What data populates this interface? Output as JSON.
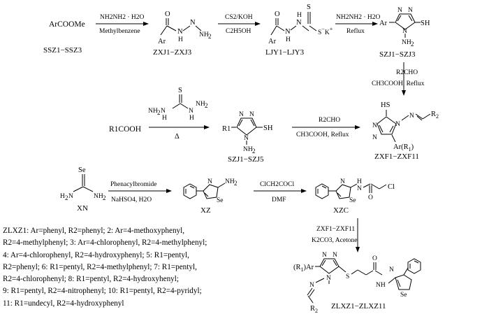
{
  "row1": {
    "start": "ArCOOMe",
    "start_label": "SSZ1−SSZ3",
    "r1_top": "NH2NH2 · H2O",
    "r1_bottom": "Methylbenzene",
    "p1_label": "ZXJ1−ZXJ3",
    "r2_top": "CS2/KOH",
    "r2_bottom": "C2H5OH",
    "p2_label": "LJY1−LJY3",
    "r3_top": "NH2NH2 · H2O",
    "r3_bottom": "Reflux",
    "p3_label": "SZJ1−SZJ3",
    "r4_top": "R2CHO",
    "r4_bottom": "CH3COOH, Reflux"
  },
  "row2": {
    "start": "R1COOH",
    "r1_bottom": "Δ",
    "p1_label": "SZJ1−SZJ5",
    "r2_top": "R2CHO",
    "r2_bottom": "CH3COOH, Reflux",
    "p2_label": "ZXF1−ZXF11"
  },
  "row3": {
    "start_label": "XN",
    "r1_top": "Phenacylbromide",
    "r1_bottom": "NaHSO4, H2O",
    "p1_label": "XZ",
    "r2_top": "ClCH2COCl",
    "r2_bottom": "DMF",
    "p2_label": "XZC",
    "r3_top": "ZXF1−ZXF11",
    "r3_bottom": "K2CO3, Acetone",
    "final_label": "ZLXZ1−ZLXZ11"
  },
  "atoms": {
    "O": "O",
    "N": "N",
    "S": "S",
    "Se": "Se",
    "H": "H",
    "Ar": "Ar",
    "SH": "SH",
    "HS": "HS",
    "NH2": "NH2",
    "Cl": "Cl",
    "R1": "R1",
    "R2": "R2",
    "ArR1": "Ar(R1)",
    "R1Ar": "(R1)Ar",
    "NH": "NH",
    "H2N": "H2N",
    "NH2NH": "NH2NH2",
    "K": "S−K+"
  },
  "notes": [
    "ZLXZ1: Ar=phenyl, R2=phenyl; 2: Ar=4-methoxyphenyl,",
    "R2=4-methylphenyl; 3: Ar=4-chlorophenyl, R2=4-methylphenyl;",
    "4: Ar=4-chlorophenyl, R2=4-hydroxyphenyl; 5: R1=pentyl,",
    "R2=phenyl; 6: R1=pentyl, R2=4-methylphenyl; 7: R1=pentyl,",
    "R2=4-chlorophenyl; 8: R1=pentyl, R2=4-hydroxyhenyl;",
    "9: R1=pentyl, R2=4-nitrophenyl; 10: R1=pentyl, R2=4-pyridyl;",
    "11: R1=undecyl, R2=4-hydroxyphenyl"
  ]
}
